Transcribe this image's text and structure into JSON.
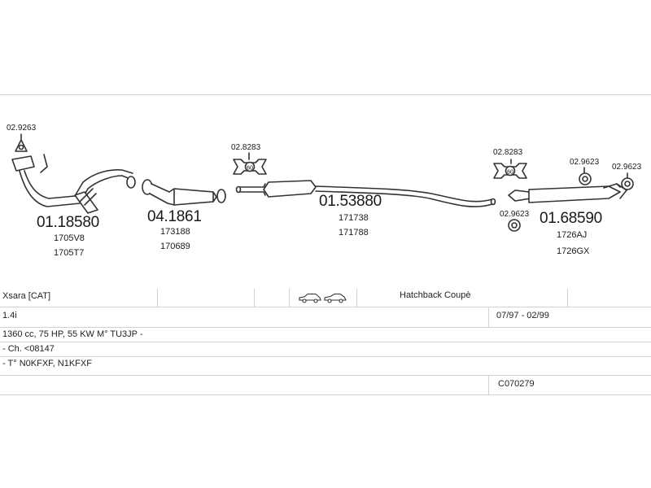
{
  "parts": {
    "front_pipe": {
      "number": "01.18580",
      "refs": [
        "1705V8",
        "1705T7"
      ]
    },
    "gasket_front": {
      "number": "02.9263"
    },
    "catalyst": {
      "number": "04.1861",
      "refs": [
        "173188",
        "170689"
      ]
    },
    "mount_1": {
      "number": "02.8283",
      "badge": "60"
    },
    "middle_box": {
      "number": "01.53880",
      "refs": [
        "171738",
        "171788"
      ]
    },
    "mount_2": {
      "number": "02.8283",
      "badge": "60"
    },
    "rubber_1": {
      "number": "02.9623"
    },
    "rubber_2": {
      "number": "02.9623"
    },
    "rubber_3": {
      "number": "02.9623"
    },
    "rear_box": {
      "number": "01.68590",
      "refs": [
        "1726AJ",
        "1726GX"
      ]
    }
  },
  "vehicle": {
    "model": "Xsara  [CAT]",
    "body": "Hatchback Coupè",
    "engine": "1.4i",
    "years": "07/97 - 02/99",
    "spec": "1360 cc, 75 HP, 55 KW M° TU3JP -",
    "chassis": "- Ch. <08147",
    "type_codes": "- T° N0KFXF, N1KFXF",
    "code": "C070279"
  },
  "icons": [
    "car-hatchback-icon",
    "car-coupe-icon"
  ]
}
